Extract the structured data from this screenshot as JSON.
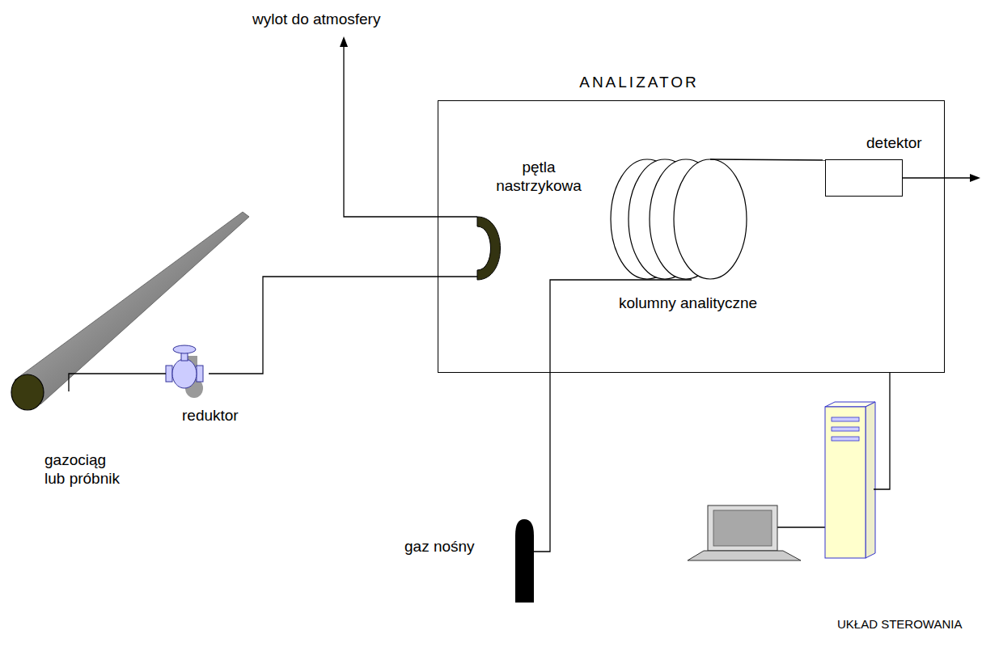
{
  "diagram": {
    "nodes": [
      {
        "text": [
          "ANALIZATOR"
        ]
      },
      {
        "text": [
          "pętla nastrzykowa"
        ],
        "in": 0
      },
      {
        "text": [
          "kolumny analityczne"
        ],
        "in": 0
      },
      {
        "text": [
          "detektor"
        ],
        "in": 0
      },
      {
        "text": [
          "gazociąg lub próbnik"
        ]
      },
      {
        "text": [
          "reduktor"
        ]
      },
      {
        "text": [
          "gaz nośny"
        ]
      },
      {
        "text": [
          "UKŁAD STEROWANIA"
        ]
      }
    ],
    "edges": [
      {
        "from": 4,
        "to": 5,
        "arrow": "none"
      },
      {
        "from": 5,
        "to": 1,
        "arrow": "none"
      },
      {
        "from": 6,
        "to": 2,
        "arrow": "none"
      },
      {
        "from": 2,
        "to": 3,
        "arrow": "none"
      },
      {
        "from": 0,
        "to": 7,
        "arrow": "none"
      }
    ],
    "labels": [
      "wylot do atmosfery"
    ]
  }
}
